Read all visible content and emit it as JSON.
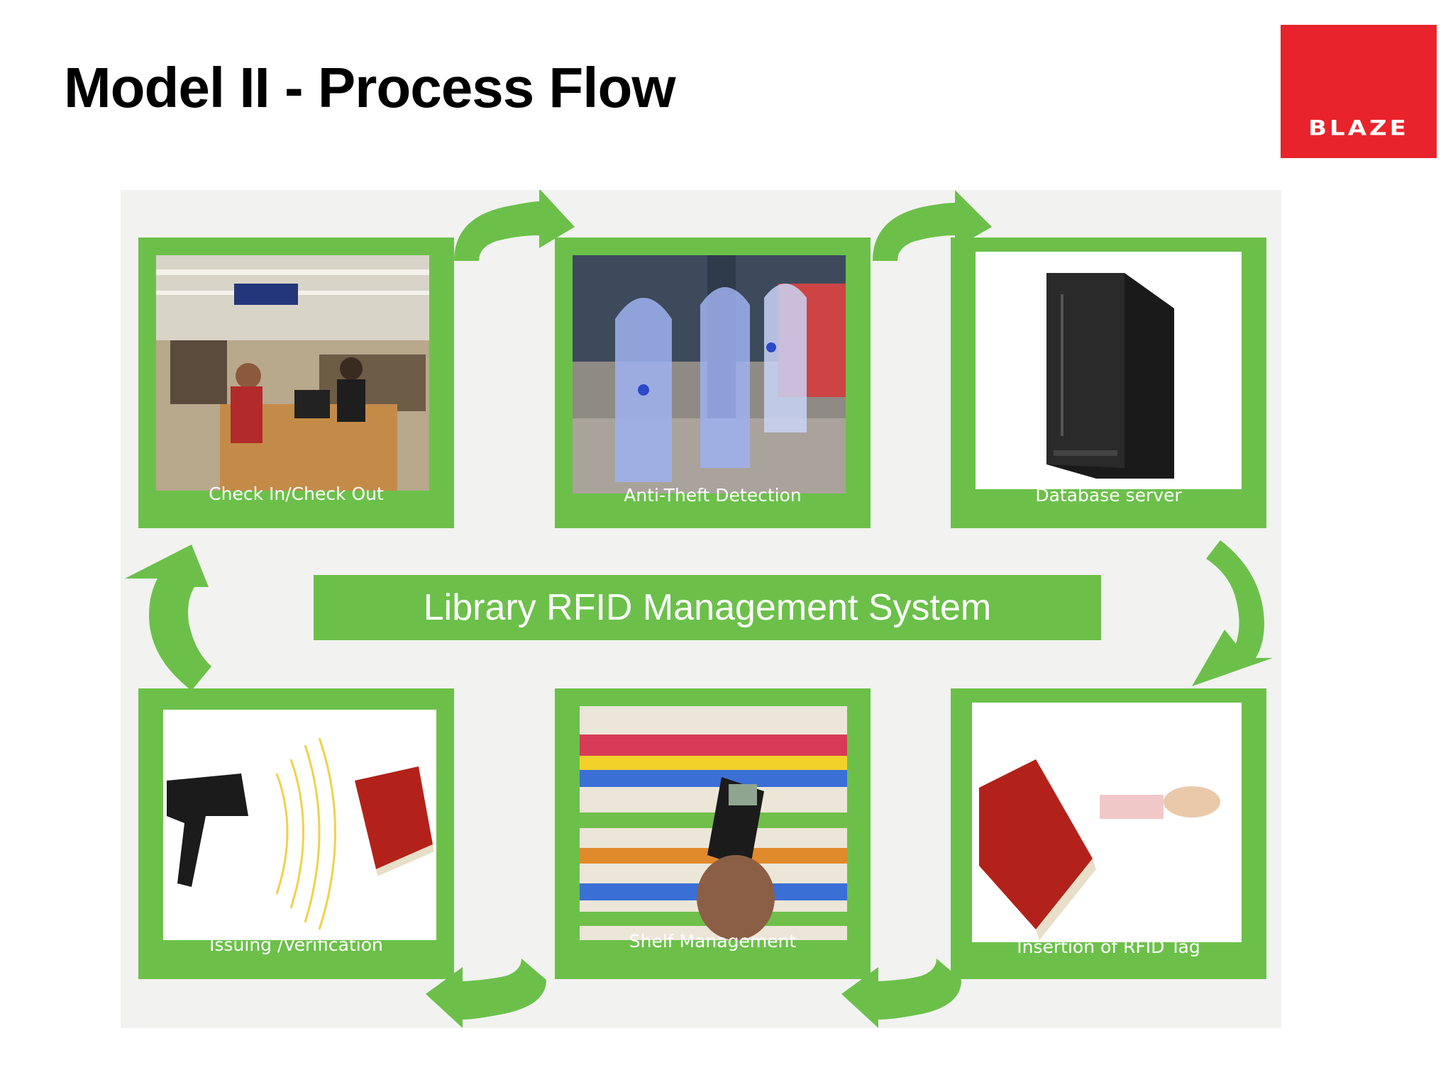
{
  "title": "Model II - Process Flow",
  "logo": {
    "text": "BLAZE",
    "color": "#e8232b"
  },
  "diagram": {
    "accent_color": "#6cc04a",
    "background_color": "#f2f2f0",
    "center_label": "Library RFID Management System",
    "steps": [
      {
        "label": "Check In/Check Out",
        "icon": "library-desk-photo"
      },
      {
        "label": "Anti-Theft Detection",
        "icon": "security-gate-photo"
      },
      {
        "label": "Database server",
        "icon": "server-tower-photo"
      },
      {
        "label": "Insertion of RFID Tag",
        "icon": "book-and-tag-photo"
      },
      {
        "label": "Shelf Management",
        "icon": "shelf-scanner-photo"
      },
      {
        "label": "Issuing /Verification",
        "icon": "scanner-and-book-photo"
      }
    ]
  }
}
